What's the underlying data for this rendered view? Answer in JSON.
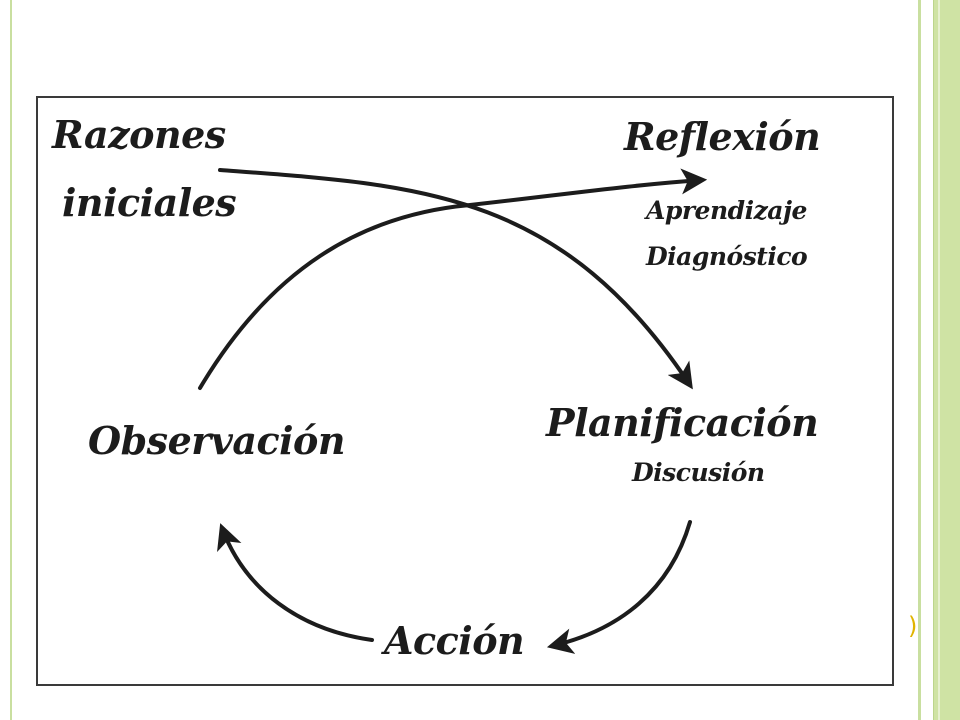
{
  "diagram": {
    "nodes": {
      "razones_line1": "Razones",
      "razones_line2": "iniciales",
      "reflexion": "Reflexión",
      "aprendizaje": "Aprendizaje",
      "diagnostico": "Diagnóstico",
      "planificacion": "Planificación",
      "discusion": "Discusión",
      "accion": "Acción",
      "observacion": "Observación"
    },
    "edges": [
      {
        "from": "Razones iniciales",
        "to": "Planificación"
      },
      {
        "from": "Planificación",
        "to": "Acción"
      },
      {
        "from": "Acción",
        "to": "Observación"
      },
      {
        "from": "Observación",
        "to": "Reflexión"
      }
    ],
    "colors": {
      "ink": "#1c1c1c",
      "frame": "#3a3a3a",
      "slide_accent": "#cfe3a4"
    }
  }
}
